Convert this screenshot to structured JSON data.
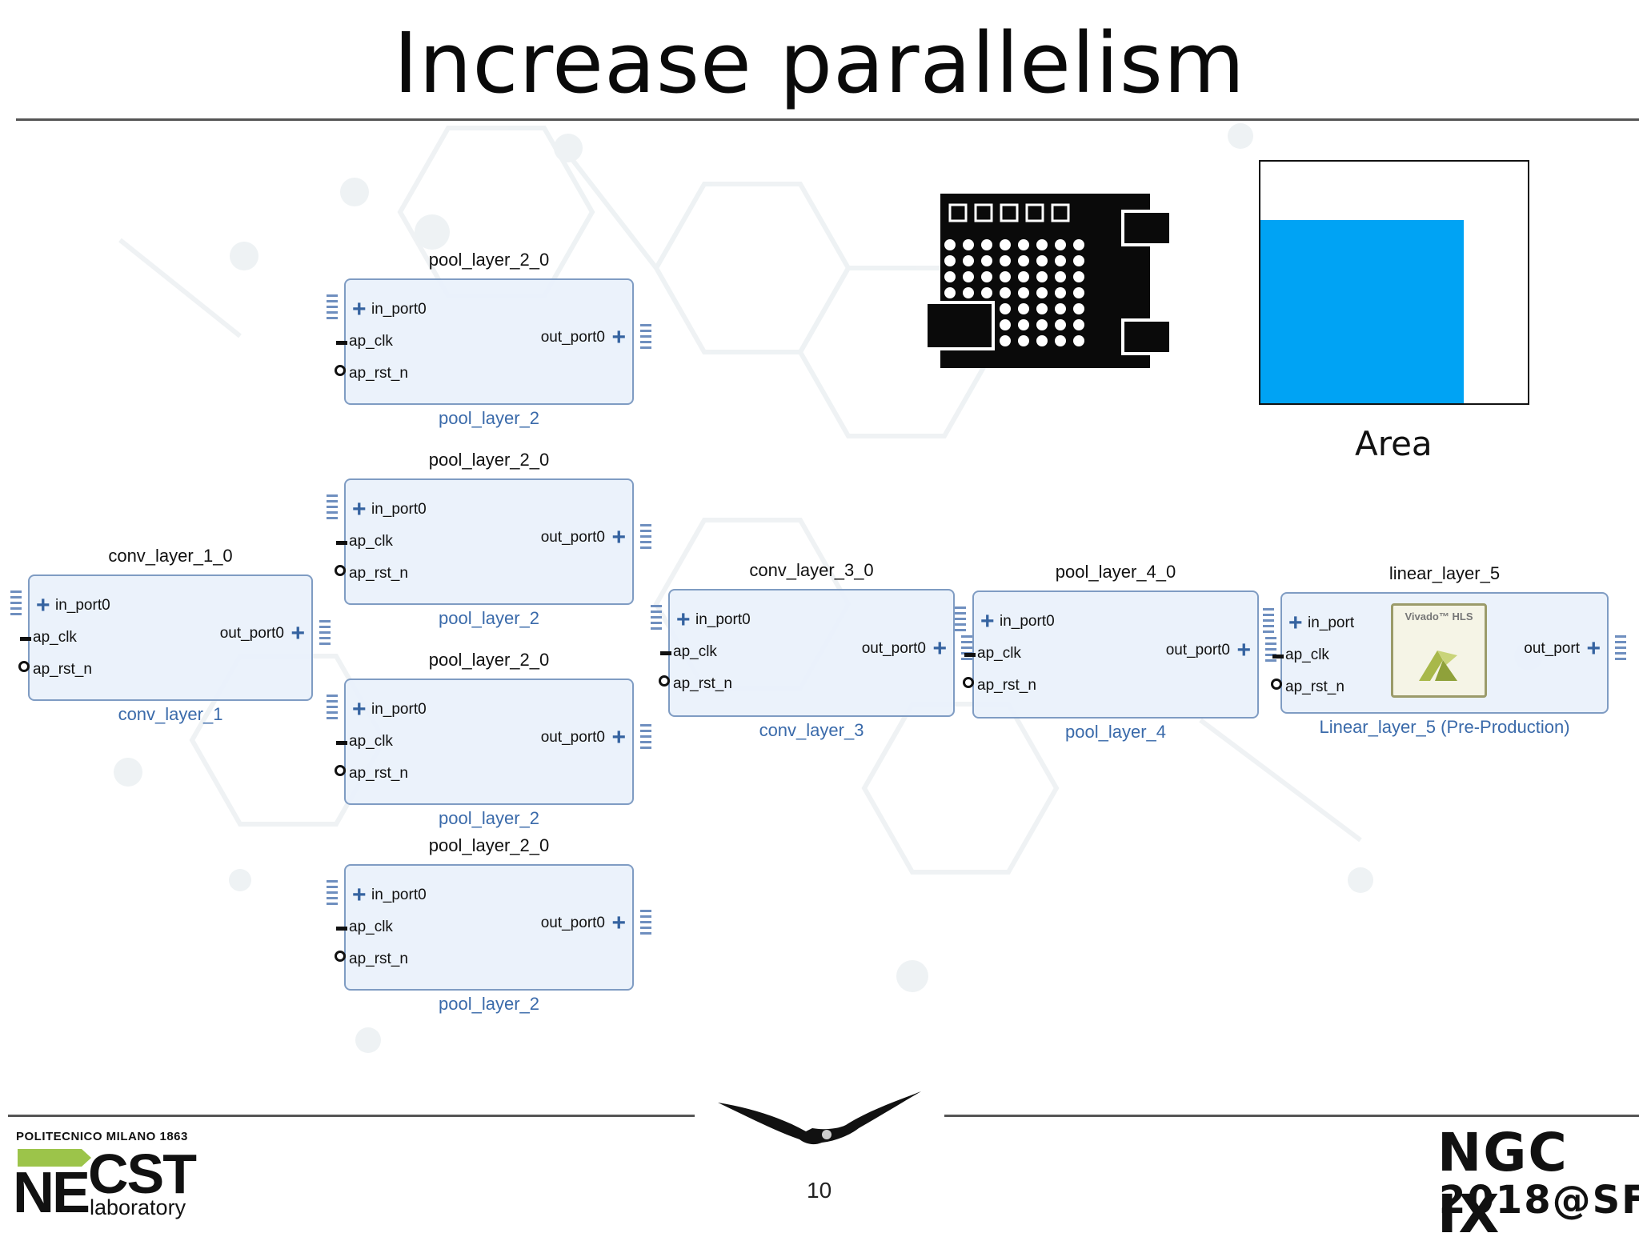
{
  "slide": {
    "title": "Increase parallelism",
    "page_number": "10"
  },
  "area_chart": {
    "label": "Area",
    "fill_fraction_width": 0.77,
    "fill_fraction_height": 0.77,
    "fill_color": "#00a3f4"
  },
  "ports": {
    "in_port0": "in_port0",
    "in_port": "in_port",
    "ap_clk": "ap_clk",
    "ap_rst_n": "ap_rst_n",
    "out_port0": "out_port0",
    "out_port": "out_port"
  },
  "blocks": [
    {
      "name": "conv_layer_1_0",
      "module": "conv_layer_1"
    },
    {
      "name": "pool_layer_2_0",
      "module": "pool_layer_2"
    },
    {
      "name": "pool_layer_2_0",
      "module": "pool_layer_2"
    },
    {
      "name": "pool_layer_2_0",
      "module": "pool_layer_2"
    },
    {
      "name": "pool_layer_2_0",
      "module": "pool_layer_2"
    },
    {
      "name": "conv_layer_3_0",
      "module": "conv_layer_3"
    },
    {
      "name": "pool_layer_4_0",
      "module": "pool_layer_4"
    },
    {
      "name": "linear_layer_5",
      "module": "Linear_layer_5 (Pre-Production)",
      "logo_text": "Vivado™ HLS"
    }
  ],
  "logos": {
    "polimi": "POLITECNICO MILANO 1863",
    "necst_ne": "NE",
    "necst_cst": "CST",
    "necst_lab": "laboratory",
    "ngc": "NGC IX",
    "ngc_year": "2018@SF"
  },
  "colors": {
    "block_border": "#7f9cc3",
    "block_fill": "#eaf1fb",
    "module_text": "#3a6aaa",
    "port_plus": "#3563a0"
  }
}
